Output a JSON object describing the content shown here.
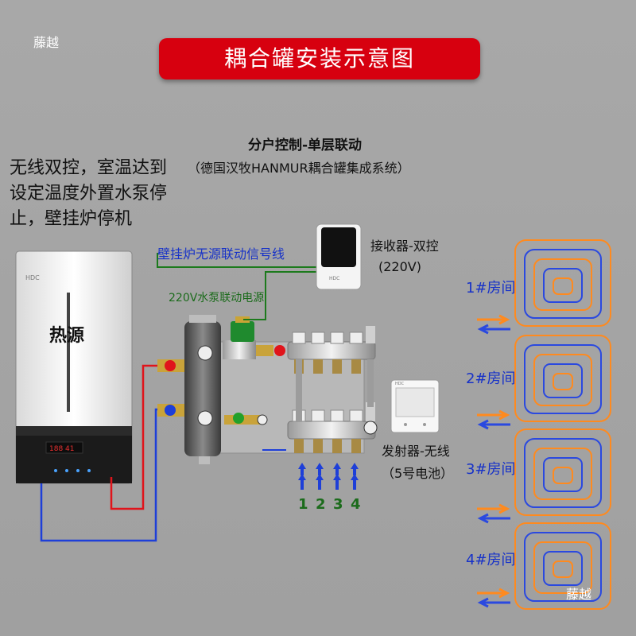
{
  "watermark_top": "藤越",
  "watermark_bottom": "藤越",
  "title": "耦合罐安装示意图",
  "subtitle_bold": "分户控制-单层联动",
  "subtitle_sub": "（德国汉牧HANMUR耦合罐集成系统）",
  "note_lines": [
    "无线双控，室温达到",
    "设定温度外置水泵停",
    "止，壁挂炉停机"
  ],
  "boiler_label": "热源",
  "signal_line_label": "壁挂炉无源联动信号线",
  "pump_power_label": "220V水泵联动电源",
  "receiver_label": "接收器-双控",
  "receiver_voltage": "(220V)",
  "transmitter_label": "发射器-无线",
  "transmitter_battery": "（5号电池）",
  "loop_numbers": [
    "1",
    "2",
    "3",
    "4"
  ],
  "rooms": [
    "1#房间",
    "2#房间",
    "3#房间",
    "4#房间"
  ],
  "colors": {
    "banner": "#d7000f",
    "hot": "#e0141b",
    "cold": "#1e3fd8",
    "signal": "#1c7a1c",
    "loop_orange": "#ff8a1e",
    "loop_blue": "#2a49e0"
  }
}
